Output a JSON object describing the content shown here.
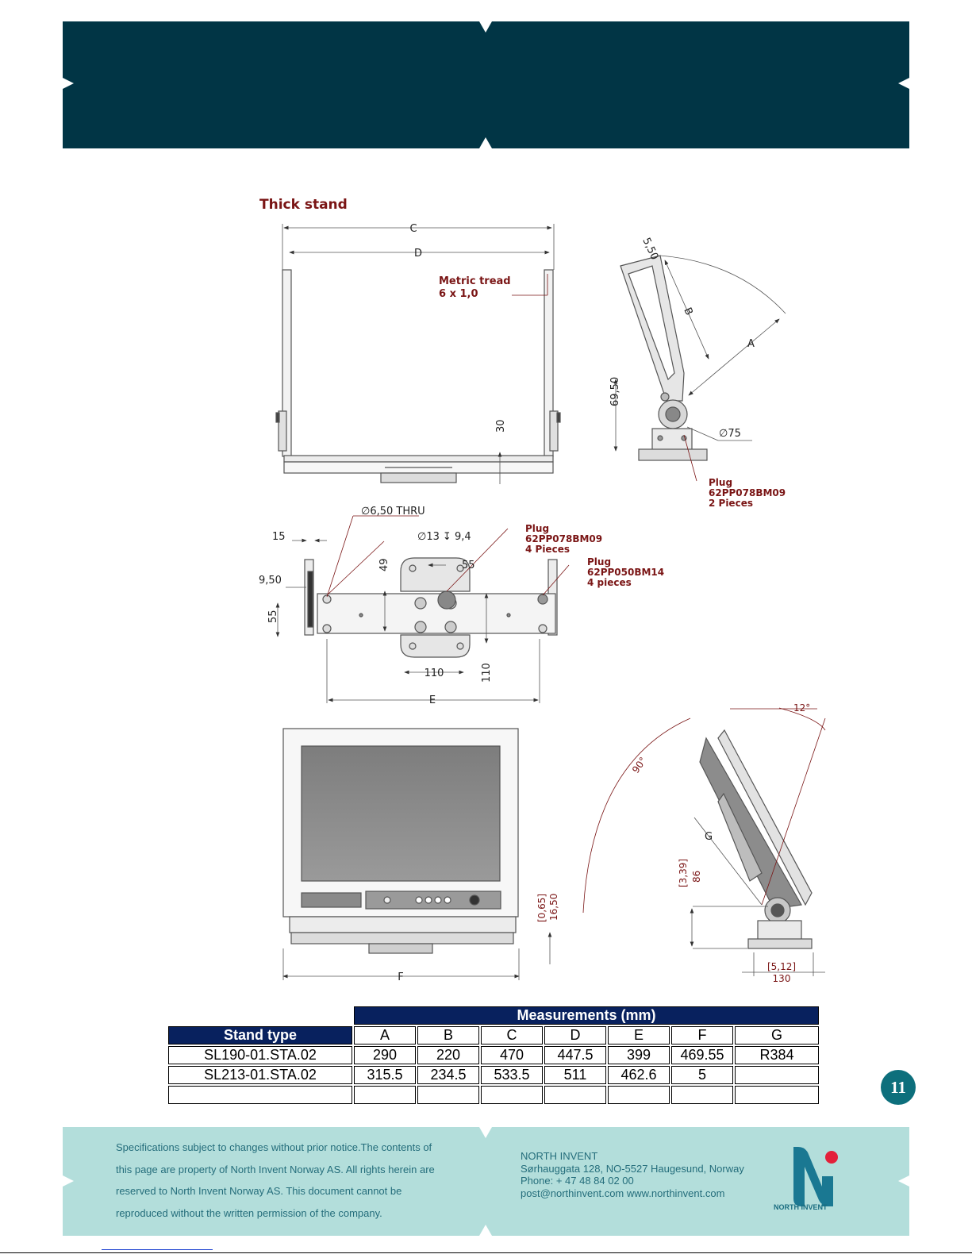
{
  "drawing": {
    "title": "Thick stand",
    "front_view": {
      "dim_c": "C",
      "dim_d": "D",
      "note_line1": "Metric tread",
      "note_line2": "6 x 1,0",
      "dim_30": "30"
    },
    "side_view": {
      "dim_550": "5,50",
      "dim_b": "B",
      "dim_a": "A",
      "dim_6950": "69,50",
      "dim_75": "∅75",
      "plug_line1": "Plug",
      "plug_line2": "62PP078BM09",
      "plug_line3": "2 Pieces"
    },
    "base_view": {
      "hole_thru": "∅6,50 THRU",
      "counterbore": "∅13 ↧ 9,4",
      "dim_15": "15",
      "dim_950": "9,50",
      "dim_55_left": "55",
      "dim_49": "49",
      "dim_55_top": "55",
      "plug1_line1": "Plug",
      "plug1_line2": "62PP078BM09",
      "plug1_line3": "4 Pieces",
      "plug2_line1": "Plug",
      "plug2_line2": "62PP050BM14",
      "plug2_line3": "4 pieces",
      "dim_110_h": "110",
      "dim_110_v": "110",
      "dim_e": "E"
    },
    "monitor_view": {
      "dim_065": "[0,65]",
      "dim_1650": "16,50",
      "dim_f": "F"
    },
    "tilt_view": {
      "angle_12": "12°",
      "angle_90": "90°",
      "dim_g": "G",
      "dim_339": "[3,39]",
      "dim_86": "86",
      "dim_512": "[5,12]",
      "dim_130": "130"
    }
  },
  "table": {
    "group_header": "Measurements (mm)",
    "stand_type_header": "Stand type",
    "columns": [
      "A",
      "B",
      "C",
      "D",
      "E",
      "F",
      "G"
    ],
    "rows": [
      {
        "stand": "SL190-01.STA.02",
        "values": [
          "290",
          "220",
          "470",
          "447.5",
          "399",
          "469.55",
          "R384"
        ]
      },
      {
        "stand": "SL213-01.STA.02",
        "values": [
          "315.5",
          "234.5",
          "533.5",
          "511",
          "462.6",
          "5",
          ""
        ]
      },
      {
        "stand": "",
        "values": [
          "",
          "",
          "",
          "",
          "",
          "",
          ""
        ]
      }
    ]
  },
  "page_number": "11",
  "footer": {
    "legal_lines": [
      "Specifications subject to changes without prior notice.The contents of",
      "this page are property of North Invent Norway AS. All rights herein are",
      "reserved to North Invent Norway AS. This document cannot be",
      "reproduced without the written permission of the company."
    ],
    "company": "NORTH INVENT",
    "address": "Sørhauggata 128, NO-5527 Haugesund, Norway",
    "phone": "Phone: + 47 48 84 02 00",
    "email_web": "post@northinvent.com  www.northinvent.com",
    "logo_text": "NORTH INVENT"
  },
  "colors": {
    "header_band": "#013545",
    "footer_band": "#b3dedb",
    "table_header": "#08215e",
    "drawing_red": "#7a1515",
    "brand_teal": "#0d6f7c",
    "logo_red": "#e3203a"
  }
}
